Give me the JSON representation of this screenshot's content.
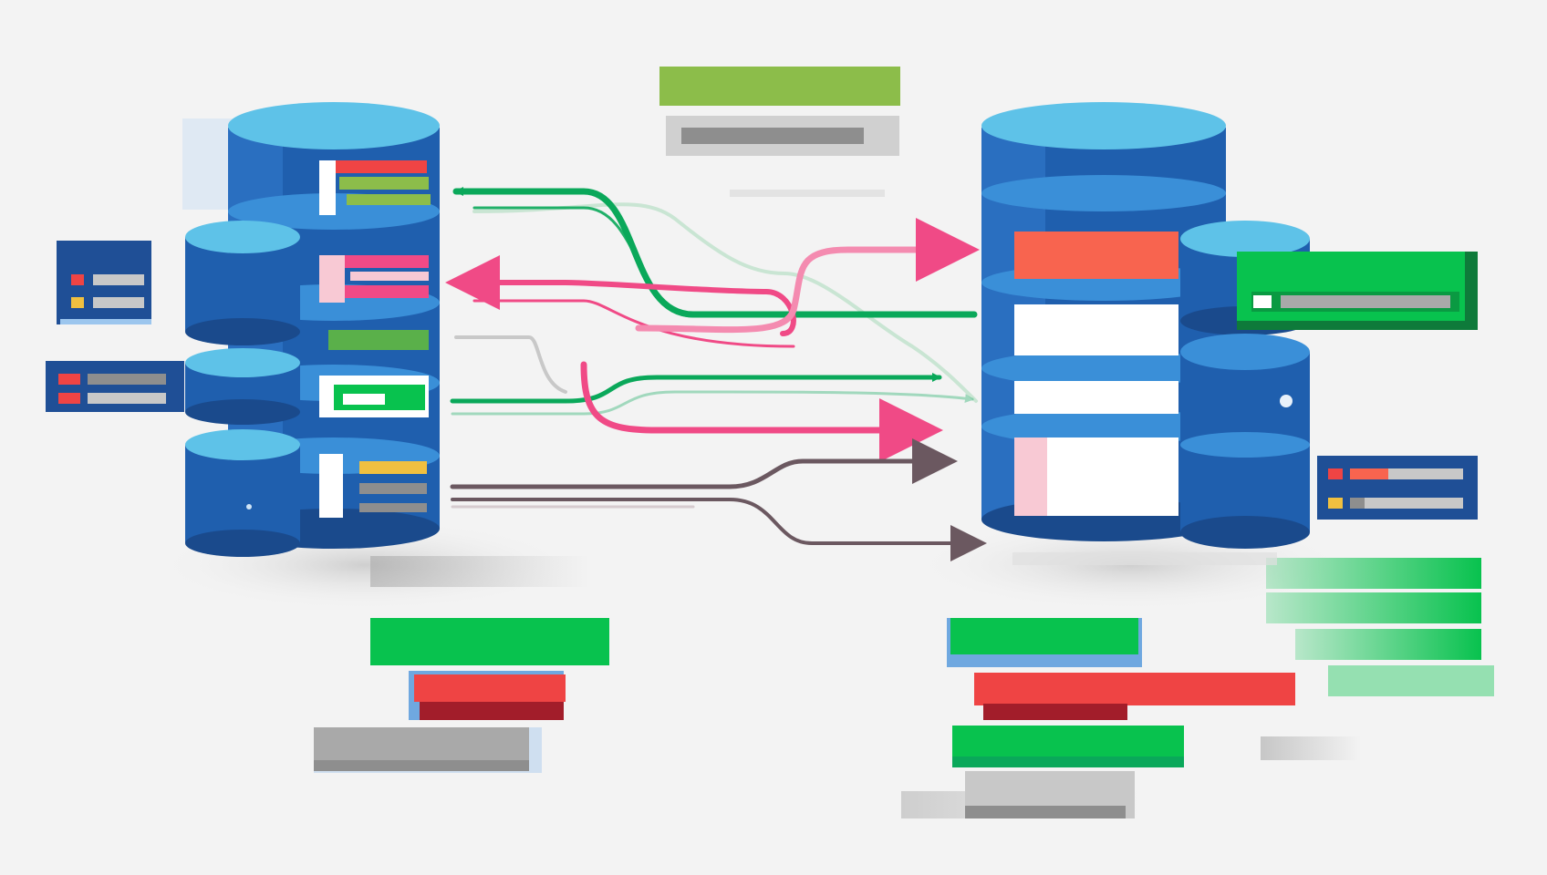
{
  "diagram": {
    "kind": "database-sync",
    "text_labels": [],
    "colors": {
      "background": "#f3f3f3",
      "db_top": "#5ec2e8",
      "db_body": "#1f5fae",
      "db_dark": "#1a4a8c",
      "green": "#08c24e",
      "green_arrow": "#0aa85a",
      "pink": "#f04a86",
      "red": "#ef4444",
      "salmon": "#f8644f",
      "olive_green": "#8cbd4a",
      "gray": "#a9a9a9",
      "brown": "#6b5860",
      "yellow": "#f0c040",
      "white": "#ffffff"
    },
    "left_cluster": {
      "main_cylinder": {
        "segments": 4
      },
      "side_cylinders": 3,
      "record_cards": [
        {
          "stripes": [
            "red",
            "olive_green",
            "olive_green"
          ]
        },
        {
          "stripes": [
            "pink",
            "pink",
            "pink"
          ]
        },
        {
          "stripes": [
            "green"
          ]
        },
        {
          "stripes": [
            "yellow",
            "gray",
            "gray"
          ]
        }
      ],
      "side_panels": [
        {
          "rows": [
            [
              "red",
              "gray"
            ],
            [
              "yellow",
              "gray"
            ]
          ]
        },
        {
          "rows": [
            [
              "red",
              "gray"
            ],
            [
              "red",
              "gray"
            ]
          ]
        }
      ],
      "legend_bars": [
        "green",
        "red",
        "gray"
      ]
    },
    "right_cluster": {
      "main_cylinder": {
        "segments": 5
      },
      "side_cylinders": 2,
      "record_cards": [
        {
          "fill": "salmon"
        },
        {
          "fill": "white"
        },
        {
          "fill": "white"
        },
        {
          "fill": "white"
        }
      ],
      "side_panels": [
        {
          "rows": [
            [
              "white",
              "gray"
            ]
          ],
          "border": "green"
        },
        {
          "rows": [
            [
              "red",
              "gray"
            ],
            [
              "yellow",
              "gray"
            ]
          ]
        }
      ],
      "legend_bars": [
        "green",
        "red",
        "green",
        "gray"
      ],
      "extra_bars": [
        "green",
        "green",
        "green",
        "gray"
      ]
    },
    "header_bars": [
      "olive_green",
      "gray"
    ],
    "flows": [
      {
        "from": "right",
        "to": "left",
        "color": "green"
      },
      {
        "from": "right",
        "to": "left",
        "color": "pink"
      },
      {
        "from": "left",
        "to": "right",
        "color": "pink"
      },
      {
        "from": "left",
        "to": "right",
        "color": "green"
      },
      {
        "from": "left",
        "to": "right",
        "color": "green"
      },
      {
        "from": "left",
        "to": "right",
        "color": "pink"
      },
      {
        "from": "left",
        "to": "right",
        "color": "brown"
      },
      {
        "from": "left",
        "to": "right",
        "color": "brown"
      }
    ]
  }
}
